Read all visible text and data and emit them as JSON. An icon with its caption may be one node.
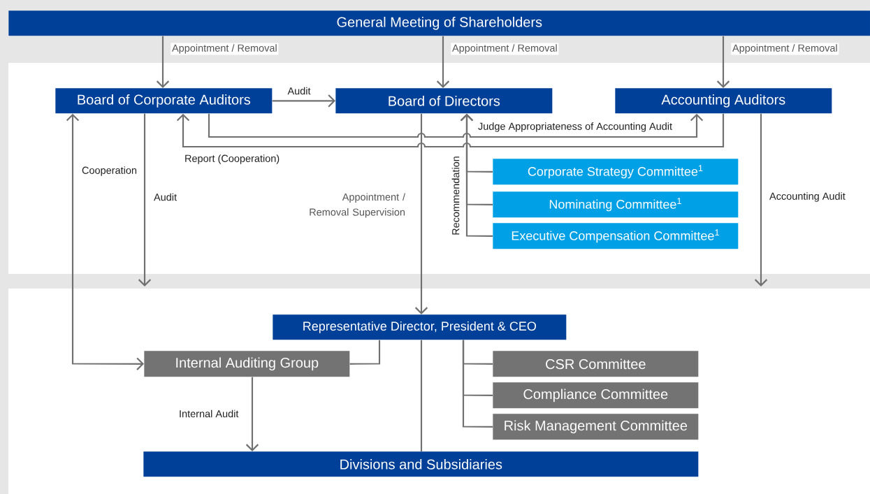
{
  "diagram": {
    "nodes": [
      {
        "text": [
          "General Meeting of Shareholders"
        ]
      },
      {
        "text": [
          "Board of Corporate Auditors"
        ]
      },
      {
        "text": [
          "Board of Directors"
        ]
      },
      {
        "text": [
          "Accounting Auditors"
        ]
      },
      {
        "text": [
          "Corporate Strategy Committee$^{1}$"
        ]
      },
      {
        "text": [
          "Nominating Committee$^{1}$"
        ]
      },
      {
        "text": [
          "Executive Compensation Committee$^{1}$"
        ]
      },
      {
        "text": [
          "Representative Director, President & CEO"
        ]
      },
      {
        "text": [
          "Internal Auditing Group"
        ]
      },
      {
        "text": [
          "CSR Committee"
        ]
      },
      {
        "text": [
          "Compliance Committee"
        ]
      },
      {
        "text": [
          "Risk Management Committee"
        ]
      },
      {
        "text": [
          "Divisions and Subsidiaries"
        ]
      }
    ],
    "edges": [
      {
        "from": 0,
        "to": 1,
        "arrow": "to",
        "label": "Appointment / Removal"
      },
      {
        "from": 0,
        "to": 2,
        "arrow": "to",
        "label": "Appointment / Removal"
      },
      {
        "from": 0,
        "to": 3,
        "arrow": "to",
        "label": "Appointment / Removal"
      },
      {
        "from": 1,
        "to": 2,
        "arrow": "to",
        "label": "Audit"
      },
      {
        "from": 1,
        "to": 3,
        "arrow": "to",
        "label": "Judge Appropriateness of Accounting Audit"
      },
      {
        "from": 3,
        "to": 1,
        "arrow": "to",
        "label": "Report (Cooperation)"
      },
      {
        "from": 1,
        "to": null,
        "arrow": "to",
        "label": "Audit"
      },
      {
        "from": 3,
        "to": null,
        "arrow": "to",
        "label": "Accounting Audit"
      },
      {
        "from": 2,
        "to": 7,
        "arrow": "to",
        "label": "Appointment / Removal Supervision"
      },
      {
        "from": 4,
        "to": 2,
        "arrow": "to",
        "label": "Recommendation"
      },
      {
        "from": 5,
        "to": 2,
        "arrow": "to"
      },
      {
        "from": 6,
        "to": 2,
        "arrow": "to"
      },
      {
        "from": 1,
        "to": 8,
        "arrow": "both",
        "label": "Cooperation"
      },
      {
        "from": 7,
        "to": 8,
        "arrow": "none"
      },
      {
        "from": 7,
        "to": 12,
        "arrow": "none"
      },
      {
        "from": 7,
        "to": 9,
        "arrow": "none"
      },
      {
        "from": 7,
        "to": 10,
        "arrow": "none"
      },
      {
        "from": 7,
        "to": 11,
        "arrow": "none"
      },
      {
        "from": 8,
        "to": 12,
        "arrow": "to",
        "label": "Internal Audit"
      }
    ]
  }
}
